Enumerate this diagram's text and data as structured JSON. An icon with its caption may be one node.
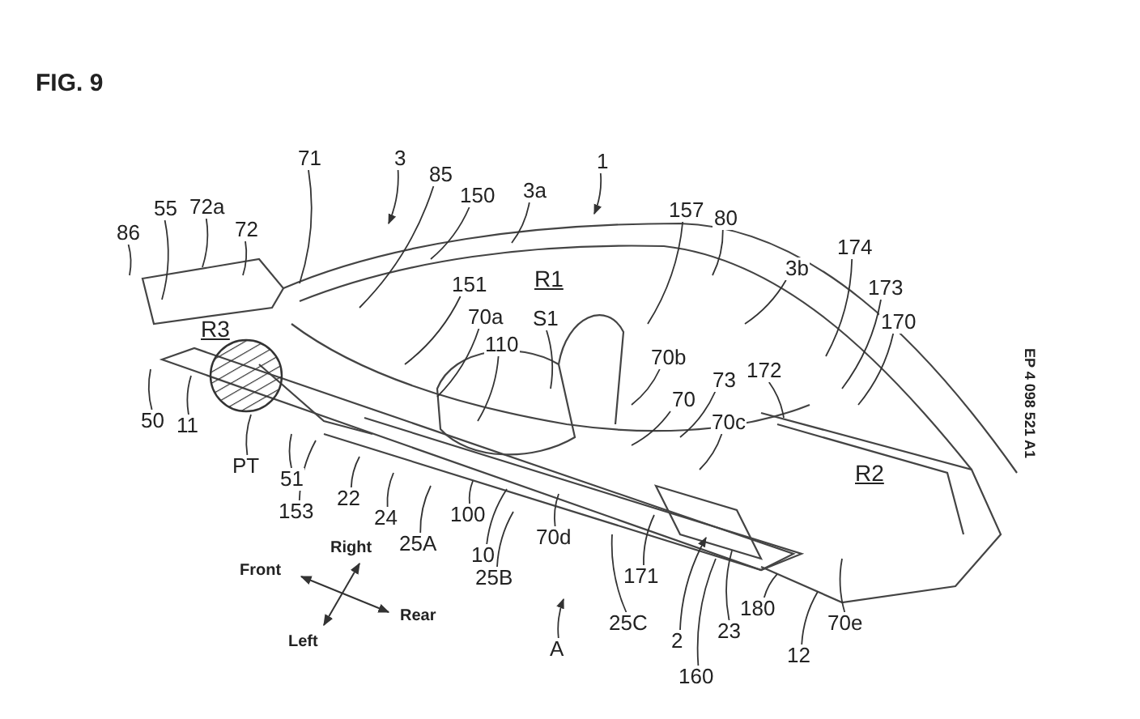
{
  "diagram": {
    "title": "FIG. 9",
    "nodes": [
      {
        "text": [
          "1"
        ]
      },
      {
        "text": [
          "71"
        ]
      },
      {
        "text": [
          "3"
        ]
      },
      {
        "text": [
          "85"
        ]
      },
      {
        "text": [
          "150"
        ]
      },
      {
        "text": [
          "3a"
        ]
      },
      {
        "text": [
          "157"
        ]
      },
      {
        "text": [
          "80"
        ]
      },
      {
        "text": [
          "72a"
        ]
      },
      {
        "text": [
          "55"
        ]
      },
      {
        "text": [
          "86"
        ]
      },
      {
        "text": [
          "72"
        ]
      },
      {
        "text": [
          "174"
        ]
      },
      {
        "text": [
          "3b"
        ]
      },
      {
        "text": [
          "151"
        ]
      },
      {
        "text": [
          "173"
        ]
      },
      {
        "text": [
          "70a"
        ]
      },
      {
        "text": [
          "S1"
        ]
      },
      {
        "text": [
          "170"
        ]
      },
      {
        "text": [
          "110"
        ]
      },
      {
        "text": [
          "70b"
        ]
      },
      {
        "text": [
          "172"
        ]
      },
      {
        "text": [
          "73"
        ]
      },
      {
        "text": [
          "70"
        ]
      },
      {
        "text": [
          "70c"
        ]
      },
      {
        "text": [
          "50"
        ]
      },
      {
        "text": [
          "11"
        ]
      },
      {
        "text": [
          "PT"
        ]
      },
      {
        "text": [
          "51"
        ]
      },
      {
        "text": [
          "22"
        ]
      },
      {
        "text": [
          "153"
        ]
      },
      {
        "text": [
          "24"
        ]
      },
      {
        "text": [
          "100"
        ]
      },
      {
        "text": [
          "25A"
        ]
      },
      {
        "text": [
          "70d"
        ]
      },
      {
        "text": [
          "10"
        ]
      },
      {
        "text": [
          "25B"
        ]
      },
      {
        "text": [
          "171"
        ]
      },
      {
        "text": [
          "25C"
        ]
      },
      {
        "text": [
          "180"
        ]
      },
      {
        "text": [
          "A"
        ]
      },
      {
        "text": [
          "23"
        ]
      },
      {
        "text": [
          "2"
        ]
      },
      {
        "text": [
          "70e"
        ]
      },
      {
        "text": [
          "12"
        ]
      },
      {
        "text": [
          "160"
        ]
      }
    ],
    "edges": [
      {
        "from": 0,
        "to": null,
        "arrow": "to"
      },
      {
        "from": 1,
        "to": null,
        "arrow": "none"
      },
      {
        "from": 2,
        "to": null,
        "arrow": "to"
      },
      {
        "from": 3,
        "to": null,
        "arrow": "none"
      },
      {
        "from": 4,
        "to": null,
        "arrow": "none"
      },
      {
        "from": 5,
        "to": null,
        "arrow": "none"
      },
      {
        "from": 6,
        "to": null,
        "arrow": "none"
      },
      {
        "from": 7,
        "to": null,
        "arrow": "none"
      },
      {
        "from": 8,
        "to": null,
        "arrow": "none"
      },
      {
        "from": 9,
        "to": null,
        "arrow": "none"
      },
      {
        "from": 10,
        "to": null,
        "arrow": "none"
      },
      {
        "from": 11,
        "to": null,
        "arrow": "none"
      },
      {
        "from": 12,
        "to": null,
        "arrow": "none"
      },
      {
        "from": 13,
        "to": null,
        "arrow": "none"
      },
      {
        "from": 14,
        "to": null,
        "arrow": "none"
      },
      {
        "from": 15,
        "to": null,
        "arrow": "none"
      },
      {
        "from": 16,
        "to": null,
        "arrow": "none"
      },
      {
        "from": 17,
        "to": null,
        "arrow": "none"
      },
      {
        "from": 18,
        "to": null,
        "arrow": "none"
      },
      {
        "from": 19,
        "to": null,
        "arrow": "none"
      },
      {
        "from": 20,
        "to": null,
        "arrow": "none"
      },
      {
        "from": 21,
        "to": null,
        "arrow": "none"
      },
      {
        "from": 22,
        "to": null,
        "arrow": "none"
      },
      {
        "from": 23,
        "to": null,
        "arrow": "none"
      },
      {
        "from": 24,
        "to": null,
        "arrow": "none"
      },
      {
        "from": 25,
        "to": null,
        "arrow": "none"
      },
      {
        "from": 26,
        "to": null,
        "arrow": "none"
      },
      {
        "from": 27,
        "to": null,
        "arrow": "none"
      },
      {
        "from": 28,
        "to": null,
        "arrow": "none"
      },
      {
        "from": 29,
        "to": null,
        "arrow": "none"
      },
      {
        "from": 30,
        "to": null,
        "arrow": "none"
      },
      {
        "from": 31,
        "to": null,
        "arrow": "none"
      },
      {
        "from": 32,
        "to": null,
        "arrow": "none"
      },
      {
        "from": 33,
        "to": null,
        "arrow": "none"
      },
      {
        "from": 34,
        "to": null,
        "arrow": "none"
      },
      {
        "from": 35,
        "to": null,
        "arrow": "none"
      },
      {
        "from": 36,
        "to": null,
        "arrow": "none"
      },
      {
        "from": 37,
        "to": null,
        "arrow": "none"
      },
      {
        "from": 38,
        "to": null,
        "arrow": "none"
      },
      {
        "from": 39,
        "to": null,
        "arrow": "none"
      },
      {
        "from": 40,
        "to": null,
        "arrow": "to"
      },
      {
        "from": 41,
        "to": null,
        "arrow": "none"
      },
      {
        "from": 42,
        "to": null,
        "arrow": "to"
      },
      {
        "from": 43,
        "to": null,
        "arrow": "none"
      },
      {
        "from": 44,
        "to": null,
        "arrow": "none"
      },
      {
        "from": 45,
        "to": null,
        "arrow": "none"
      }
    ],
    "labels": [
      "R1",
      "R3",
      "R2",
      "Right",
      "Front",
      "Rear",
      "Left",
      "EP 4 098 521 A1"
    ]
  }
}
